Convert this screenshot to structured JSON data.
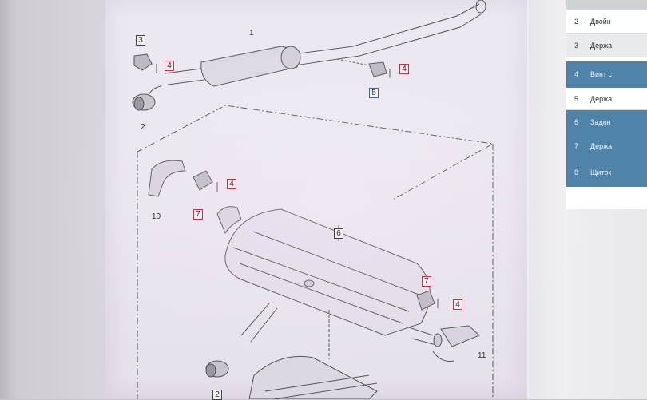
{
  "diagram": {
    "callouts": [
      {
        "id": "c1",
        "label": "1"
      },
      {
        "id": "c2a",
        "label": "2"
      },
      {
        "id": "c3",
        "label": "3"
      },
      {
        "id": "c4a",
        "label": "4"
      },
      {
        "id": "c4b",
        "label": "4"
      },
      {
        "id": "c5",
        "label": "5"
      },
      {
        "id": "c4c",
        "label": "4"
      },
      {
        "id": "c7a",
        "label": "7"
      },
      {
        "id": "c10",
        "label": "10"
      },
      {
        "id": "c6",
        "label": "6"
      },
      {
        "id": "c7b",
        "label": "7"
      },
      {
        "id": "c4d",
        "label": "4"
      },
      {
        "id": "c11",
        "label": "11"
      },
      {
        "id": "c2b",
        "label": "2"
      }
    ]
  },
  "parts_table": {
    "rows": [
      {
        "num": "2",
        "text": "Двойн"
      },
      {
        "num": "3",
        "text": "Держа"
      },
      {
        "num": "4",
        "text": "Винт с"
      },
      {
        "num": "5",
        "text": "Держа"
      },
      {
        "num": "6",
        "text": "Заднн"
      },
      {
        "num": "7",
        "text": "Держа"
      },
      {
        "num": "8",
        "text": "Щиток"
      }
    ]
  },
  "colors": {
    "highlight": "#4f84a8",
    "callout_red": "#d0303a",
    "callout_blue": "#3a6aa0"
  }
}
